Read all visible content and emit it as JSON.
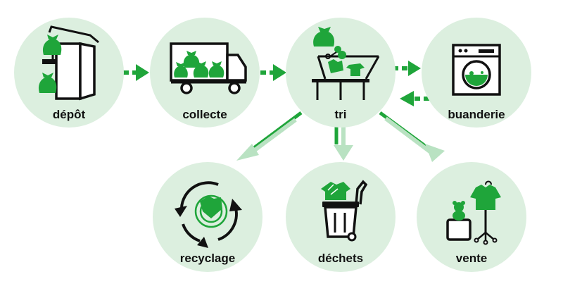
{
  "colors": {
    "circle_fill": "#dcefdf",
    "accent_green": "#1fa53a",
    "arrow_light": "#b9e2c2",
    "ink": "#111111"
  },
  "nodes": [
    {
      "id": "depot",
      "label": "dépôt",
      "icon": "drop-off-container-icon"
    },
    {
      "id": "collecte",
      "label": "collecte",
      "icon": "delivery-truck-icon"
    },
    {
      "id": "tri",
      "label": "tri",
      "icon": "sorting-table-icon"
    },
    {
      "id": "buanderie",
      "label": "buanderie",
      "icon": "washing-machine-icon"
    },
    {
      "id": "recyclage",
      "label": "recyclage",
      "icon": "recycling-cycle-icon"
    },
    {
      "id": "dechets",
      "label": "déchets",
      "icon": "wheelie-bin-icon"
    },
    {
      "id": "vente",
      "label": "vente",
      "icon": "clothing-rack-icon"
    }
  ],
  "edges": [
    {
      "from": "depot",
      "to": "collecte"
    },
    {
      "from": "collecte",
      "to": "tri"
    },
    {
      "from": "tri",
      "to": "buanderie"
    },
    {
      "from": "buanderie",
      "to": "tri"
    },
    {
      "from": "tri",
      "to": "recyclage"
    },
    {
      "from": "tri",
      "to": "dechets"
    },
    {
      "from": "tri",
      "to": "vente"
    }
  ]
}
